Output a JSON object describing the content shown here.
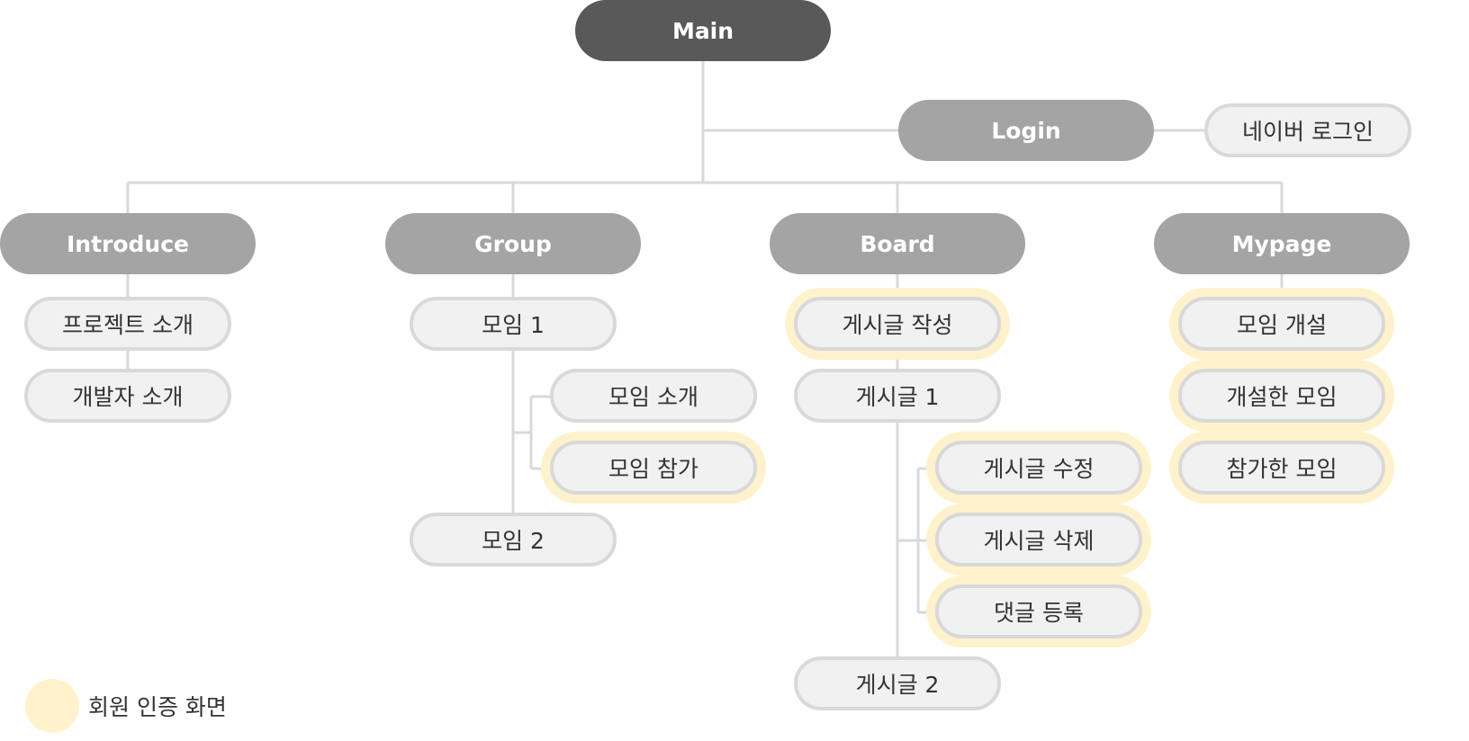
{
  "colors": {
    "root": "#595959",
    "category": "#a4a4a4",
    "leaf_fill": "#f1f1f1",
    "leaf_border": "#d9d9d9",
    "auth_highlight": "#fff2cc",
    "connector": "#d9d9d9",
    "text_dark": "#333333",
    "text_light": "#ffffff"
  },
  "root": {
    "label": "Main"
  },
  "login": {
    "label": "Login",
    "children": [
      {
        "label": "네이버 로그인",
        "auth": false
      }
    ]
  },
  "categories": [
    {
      "label": "Introduce",
      "children": [
        {
          "label": "프로젝트 소개",
          "auth": false
        },
        {
          "label": "개발자  소개",
          "auth": false
        }
      ]
    },
    {
      "label": "Group",
      "children": [
        {
          "label": "모임 1",
          "auth": false,
          "children": [
            {
              "label": "모임 소개",
              "auth": false
            },
            {
              "label": "모임 참가",
              "auth": true
            }
          ]
        },
        {
          "label": "모임 2",
          "auth": false
        }
      ]
    },
    {
      "label": "Board",
      "children": [
        {
          "label": "게시글 작성",
          "auth": true
        },
        {
          "label": "게시글 1",
          "auth": false,
          "children": [
            {
              "label": "게시글 수정",
              "auth": true
            },
            {
              "label": "게시글 삭제",
              "auth": true
            },
            {
              "label": "댓글 등록",
              "auth": true
            }
          ]
        },
        {
          "label": "게시글  2",
          "auth": false
        }
      ]
    },
    {
      "label": "Mypage",
      "children": [
        {
          "label": "모임 개설",
          "auth": true
        },
        {
          "label": "개설한 모임",
          "auth": true
        },
        {
          "label": "참가한 모임",
          "auth": true
        }
      ]
    }
  ],
  "legend": {
    "label": "회원 인증 화면",
    "color": "#fff2cc"
  }
}
